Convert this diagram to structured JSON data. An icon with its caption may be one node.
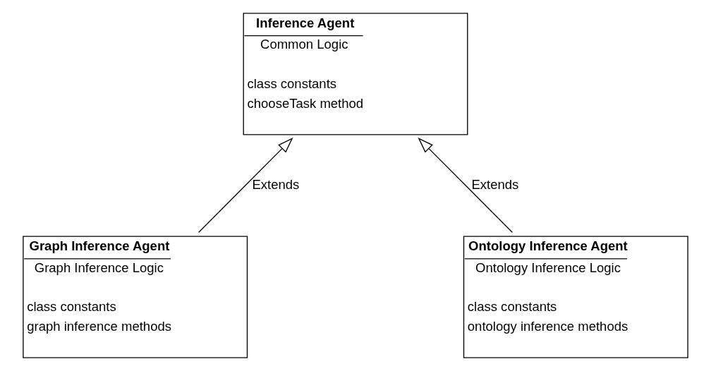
{
  "diagram": {
    "nodes": [
      {
        "text": [
          "Inference Agent",
          "Common Logic",
          "class constants",
          "chooseTask method"
        ]
      },
      {
        "text": [
          "Graph Inference Agent",
          "Graph Inference Logic",
          "class constants",
          "graph inference methods"
        ]
      },
      {
        "text": [
          "Ontology Inference Agent",
          "Ontology Inference Logic",
          "class constants",
          "ontology inference methods"
        ]
      }
    ],
    "edges": [
      {
        "from": 1,
        "to": 0,
        "arrow": "to",
        "label": "Extends"
      },
      {
        "from": 2,
        "to": 0,
        "arrow": "to",
        "label": "Extends"
      }
    ]
  }
}
